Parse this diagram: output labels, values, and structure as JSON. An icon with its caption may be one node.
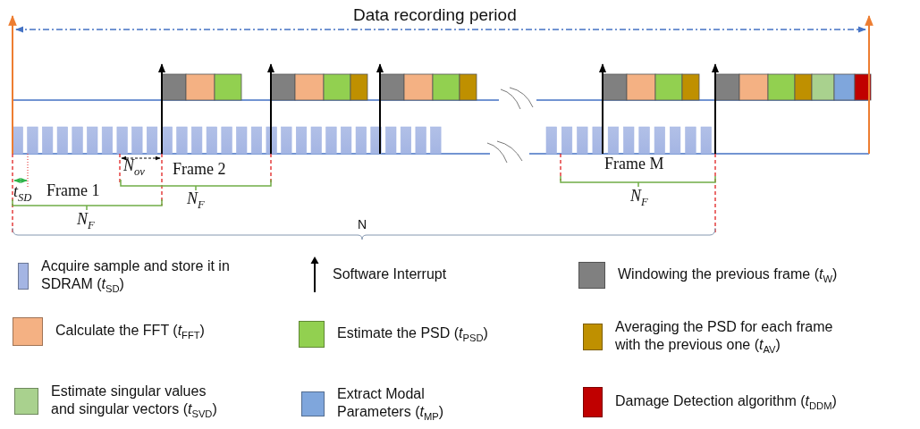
{
  "diagram": {
    "labels": [
      "Data recording period",
      "N$_{ov}$",
      "Frame 2",
      "Frame M",
      "t$_{SD}$",
      "Frame 1",
      "N$_{F}$",
      "N$_{F}$",
      "N$_{F}$",
      "N"
    ],
    "legend": [
      {
        "text": "Acquire sample and store it in SDRAM (*t*$_{SD}$)",
        "color": "#a4b5e3"
      },
      {
        "text": "Software Interrupt"
      },
      {
        "text": "Windowing the previous frame (*t*$_{W}$)",
        "color": "#808080"
      },
      {
        "text": "Calculate the FFT (*t*$_{FFT}$)",
        "color": "#f4b183"
      },
      {
        "text": "Estimate the PSD (*t*$_{PSD}$)",
        "color": "#92d050"
      },
      {
        "text": "Averaging the PSD for each frame with the previous one (*t*$_{AV}$)",
        "color": "#bf9000"
      },
      {
        "text": "Estimate singular values and singular vectors (*t*$_{SVD}$)",
        "color": "#a9d18e"
      },
      {
        "text": "Extract Modal Parameters (*t*$_{MP}$)",
        "color": "#7fa6dc"
      },
      {
        "text": "Damage Detection algorithm (*t*$_{DDM}$)",
        "color": "#c00000"
      }
    ]
  }
}
